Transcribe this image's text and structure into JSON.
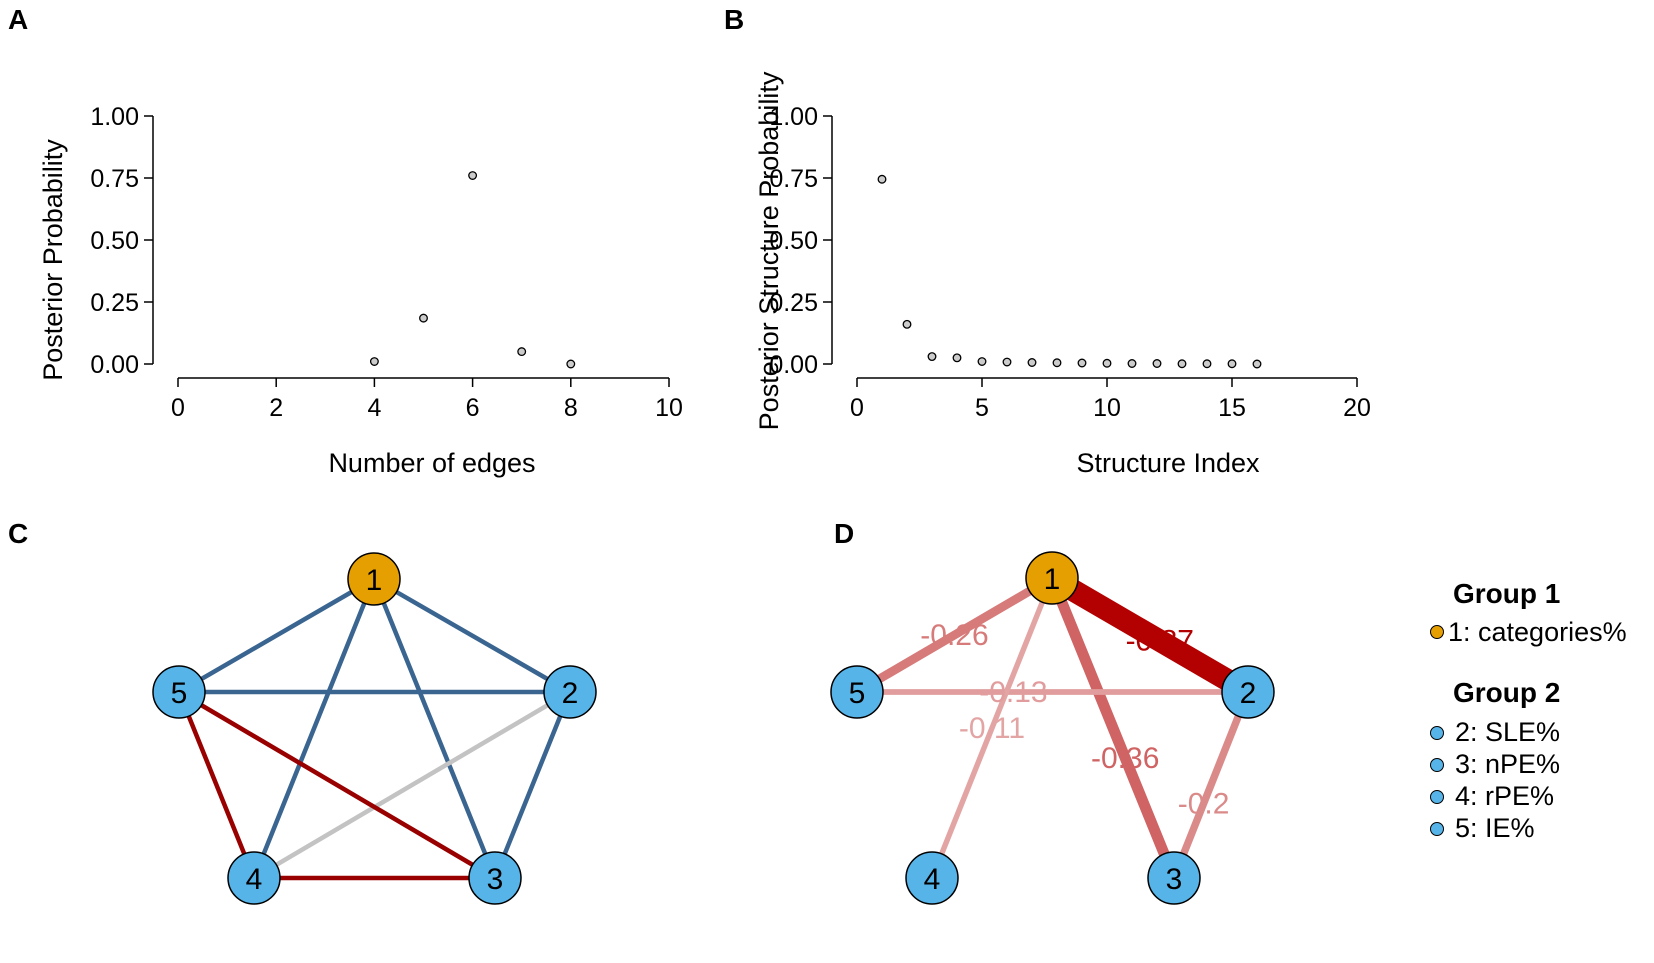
{
  "panels": {
    "a": "A",
    "b": "B",
    "c": "C",
    "d": "D"
  },
  "chart_data": [
    {
      "type": "scatter",
      "panel": "A",
      "xlabel": "Number of edges",
      "ylabel": "Posterior Probability",
      "x": [
        4,
        5,
        6,
        7,
        8
      ],
      "y": [
        0.01,
        0.185,
        0.76,
        0.05,
        0.0
      ],
      "xlim": [
        0,
        10
      ],
      "ylim": [
        0,
        1
      ],
      "xticks": [
        0,
        2,
        4,
        6,
        8,
        10
      ],
      "yticks": [
        0,
        0.25,
        0.5,
        0.75,
        1
      ],
      "xtick_labels": [
        "0",
        "2",
        "4",
        "6",
        "8",
        "10"
      ],
      "ytick_labels": [
        "0.00",
        "0.25",
        "0.50",
        "0.75",
        "1.00"
      ],
      "grid": false
    },
    {
      "type": "scatter",
      "panel": "B",
      "xlabel": "Structure Index",
      "ylabel": "Posterior Structure Probability",
      "x": [
        1,
        2,
        3,
        4,
        5,
        6,
        7,
        8,
        9,
        10,
        11,
        12,
        13,
        14,
        15,
        16
      ],
      "y": [
        0.745,
        0.16,
        0.03,
        0.025,
        0.01,
        0.008,
        0.006,
        0.005,
        0.004,
        0.003,
        0.002,
        0.002,
        0.001,
        0.001,
        0.001,
        0.0
      ],
      "xlim": [
        0,
        20
      ],
      "ylim": [
        0,
        1
      ],
      "xticks": [
        0,
        5,
        10,
        15,
        20
      ],
      "yticks": [
        0,
        0.25,
        0.5,
        0.75,
        1
      ],
      "xtick_labels": [
        "0",
        "5",
        "10",
        "15",
        "20"
      ],
      "ytick_labels": [
        "0.00",
        "0.25",
        "0.50",
        "0.75",
        "1.00"
      ],
      "grid": false
    }
  ],
  "network_c": {
    "nodes": [
      {
        "id": "1",
        "label": "1",
        "group": 1
      },
      {
        "id": "2",
        "label": "2",
        "group": 2
      },
      {
        "id": "3",
        "label": "3",
        "group": 2
      },
      {
        "id": "4",
        "label": "4",
        "group": 2
      },
      {
        "id": "5",
        "label": "5",
        "group": 2
      }
    ],
    "edges": [
      {
        "source": "1",
        "target": "5",
        "kind": "positive"
      },
      {
        "source": "1",
        "target": "2",
        "kind": "positive"
      },
      {
        "source": "1",
        "target": "4",
        "kind": "positive"
      },
      {
        "source": "1",
        "target": "3",
        "kind": "positive"
      },
      {
        "source": "5",
        "target": "2",
        "kind": "positive"
      },
      {
        "source": "2",
        "target": "3",
        "kind": "positive"
      },
      {
        "source": "2",
        "target": "4",
        "kind": "absent"
      },
      {
        "source": "5",
        "target": "4",
        "kind": "negative"
      },
      {
        "source": "5",
        "target": "3",
        "kind": "negative"
      },
      {
        "source": "4",
        "target": "3",
        "kind": "negative"
      }
    ]
  },
  "network_d": {
    "nodes": [
      {
        "id": "1",
        "label": "1",
        "group": 1
      },
      {
        "id": "2",
        "label": "2",
        "group": 2
      },
      {
        "id": "3",
        "label": "3",
        "group": 2
      },
      {
        "id": "4",
        "label": "4",
        "group": 2
      },
      {
        "id": "5",
        "label": "5",
        "group": 2
      }
    ],
    "edges": [
      {
        "source": "1",
        "target": "2",
        "weight": -0.87,
        "label": "-0.87"
      },
      {
        "source": "1",
        "target": "3",
        "weight": -0.36,
        "label": "-0.36"
      },
      {
        "source": "1",
        "target": "5",
        "weight": -0.26,
        "label": "-0.26"
      },
      {
        "source": "2",
        "target": "3",
        "weight": -0.2,
        "label": "-0.2"
      },
      {
        "source": "5",
        "target": "2",
        "weight": -0.13,
        "label": "-0.13"
      },
      {
        "source": "1",
        "target": "4",
        "weight": -0.11,
        "label": "-0.11"
      }
    ]
  },
  "legend": {
    "groups": [
      {
        "title": "Group 1",
        "items": [
          "1: categories%"
        ]
      },
      {
        "title": "Group 2",
        "items": [
          "2: SLE%",
          "3: nPE%",
          "4: rPE%",
          "5: IE%"
        ]
      }
    ]
  },
  "colors": {
    "group1": "#E69F00",
    "group2": "#56B4E9",
    "positive_edge": "#3A6590",
    "negative_edge": "#990000",
    "absent_edge": "#C3C3C3",
    "weighted_edge_dark": "#B30000",
    "weighted_edge_light": "#F2D6D6"
  }
}
